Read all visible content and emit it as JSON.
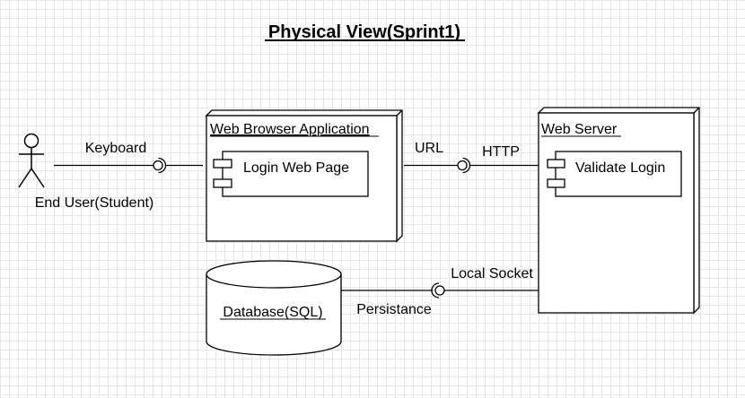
{
  "title": "Physical View(Sprint1)",
  "actor": {
    "label": "End User(Student)"
  },
  "nodes": {
    "browser": {
      "label": "Web Browser Application",
      "component": "Login Web Page"
    },
    "server": {
      "label": "Web Server",
      "component": "Validate Login"
    },
    "database": {
      "label": "Database(SQL)"
    }
  },
  "connections": {
    "keyboard": "Keyboard",
    "url": "URL",
    "http": "HTTP",
    "local_socket": "Local Socket",
    "persistance": "Persistance"
  }
}
